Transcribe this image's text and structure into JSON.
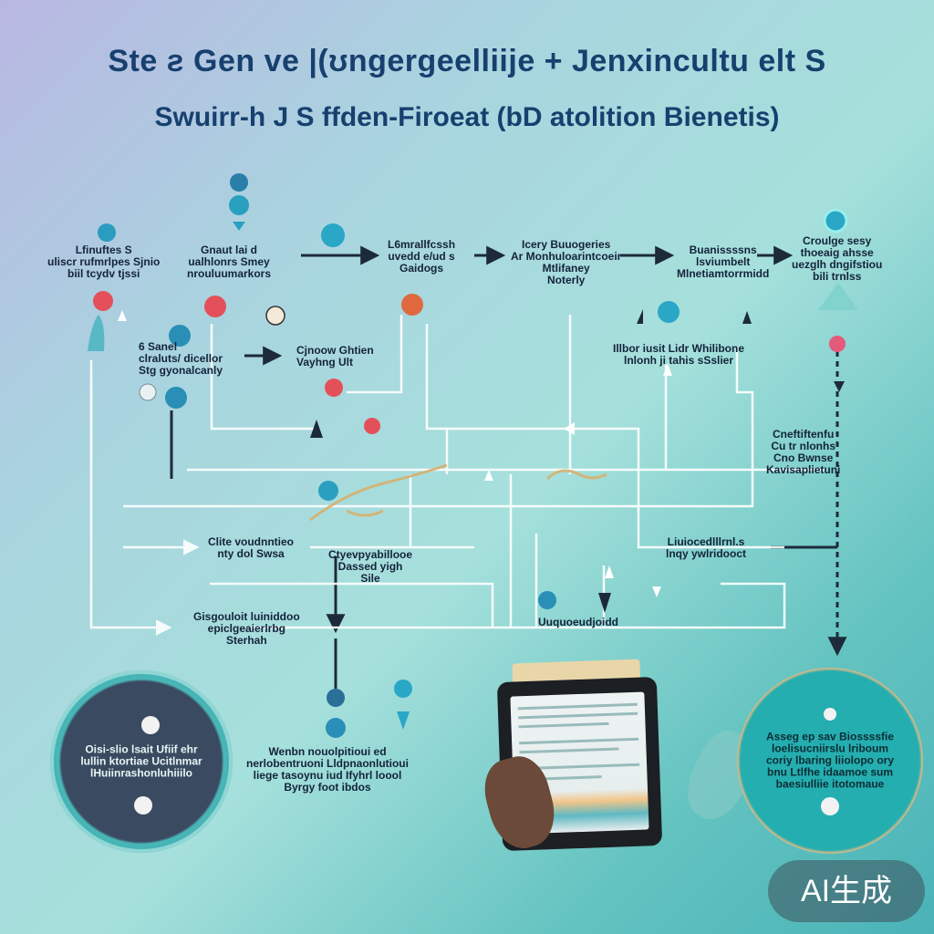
{
  "title": {
    "line1": "Ste ƨ Gen ve |(ʊngergeelliije + Jenxincultu elt S",
    "line2": "Swuirr-h J S ffden-Firoeat (bD atolition Bienetis)"
  },
  "labels": {
    "n1": "Lfinuftes S\nuliscr rufmrlpes Sjnio\nbiil tcydv tjssi",
    "n2": "Gnaut lai d\nualhlonrs Smey\nnrouluumarkors",
    "n3": "L6mrallfcssh\nuvedd e/ud s\nGaidogs",
    "n4": "Icery Buuogeries\nAr Monhuloarintcoeir\nMtlifaney\nNoterly",
    "n5": "Buanissssns\nlsviumbelt\nMlnetiamtorrmidd",
    "n6": "Croulge sesy\nthoeaig ahsse\nuezglh dngifstiou\nbili trnlss",
    "n7": "6 Sanel\nclraluts/ dicellor\nStg gyonalcanly",
    "n8": "Cjnoow Ghtien\nVayhng Ult",
    "n9": "Illbor iusit Lidr Whilibone\nlnlonh ji tahis sSslier",
    "n10": "Cneftiftenfu\nCu tr nlonhs\nCno Bwnse\nKavisaplietuni",
    "n11": "Clite voudnntieo\nnty dol Swsa",
    "n12": "Ctyevpyabillooe\nDassed yigh\nSile",
    "n13": "Liuiocedlllrnl.s\nlnqy ywlridooct",
    "n14": "Gisgouloit luiniddoo\nepiclgeaierlrbg\nSterhah",
    "n15": "Uuquoeudjoidd",
    "n16": "Wenbn nouolpitioui ed\nnerlobentruoni Lldpnaonlutioui\nliege tasoynu iud Ifyhrl loool\nByrgy foot ibdos"
  },
  "left_panel": {
    "text": "Oisi-slio lsait Ufiif ehr\nlullin ktortiae Ucitlnmar\nlHuiinrashonluhiiilo"
  },
  "right_panel": {
    "text": "Asseg ep sav Biossssfie\nloelisucniirslu lriboum\ncoriy lbaring liiolopo ory\nbnu Ltlfhe idaamoe sum\nbaesiulliie itotomaue"
  },
  "badge": {
    "text": "AI生成"
  },
  "colors": {
    "title": "#17406f",
    "teal": "#2aa0b8",
    "coral": "#e4505a",
    "orange": "#e0693f",
    "line": "#ffffff",
    "dark_line": "#1d2a3a"
  }
}
